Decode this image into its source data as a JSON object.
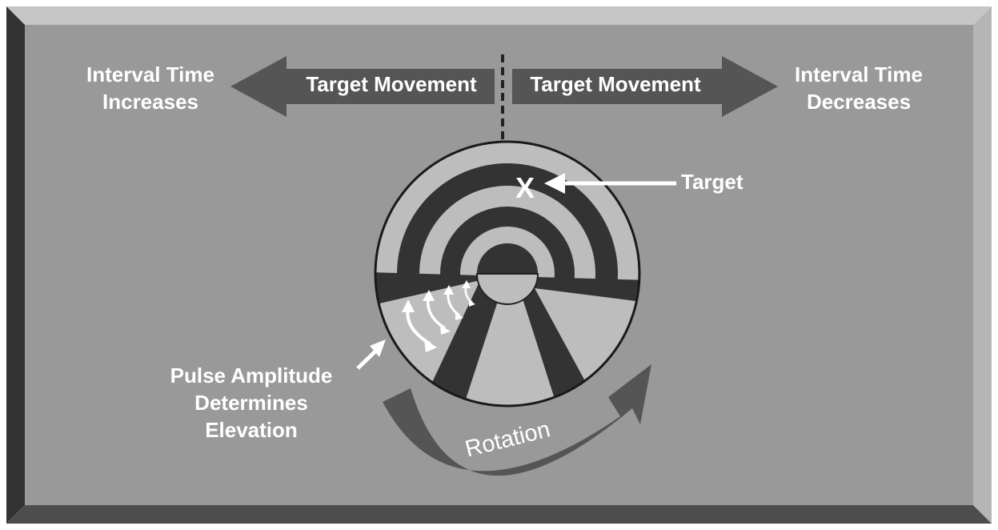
{
  "labels": {
    "interval_increases": "Interval Time\nIncreases",
    "interval_decreases": "Interval Time\nDecreases",
    "target_movement_left": "Target Movement",
    "target_movement_right": "Target Movement",
    "target": "Target",
    "target_marker": "X",
    "pulse_amplitude": "Pulse Amplitude\nDetermines\nElevation",
    "rotation": "Rotation"
  },
  "colors": {
    "panel": "#999999",
    "bevel_light": "#c0c0c0",
    "bevel_dark": "#3a3a3a",
    "arrow_fill": "#555555",
    "dark_band": "#333333",
    "light_band": "#bdbdbd",
    "text": "#ffffff"
  }
}
